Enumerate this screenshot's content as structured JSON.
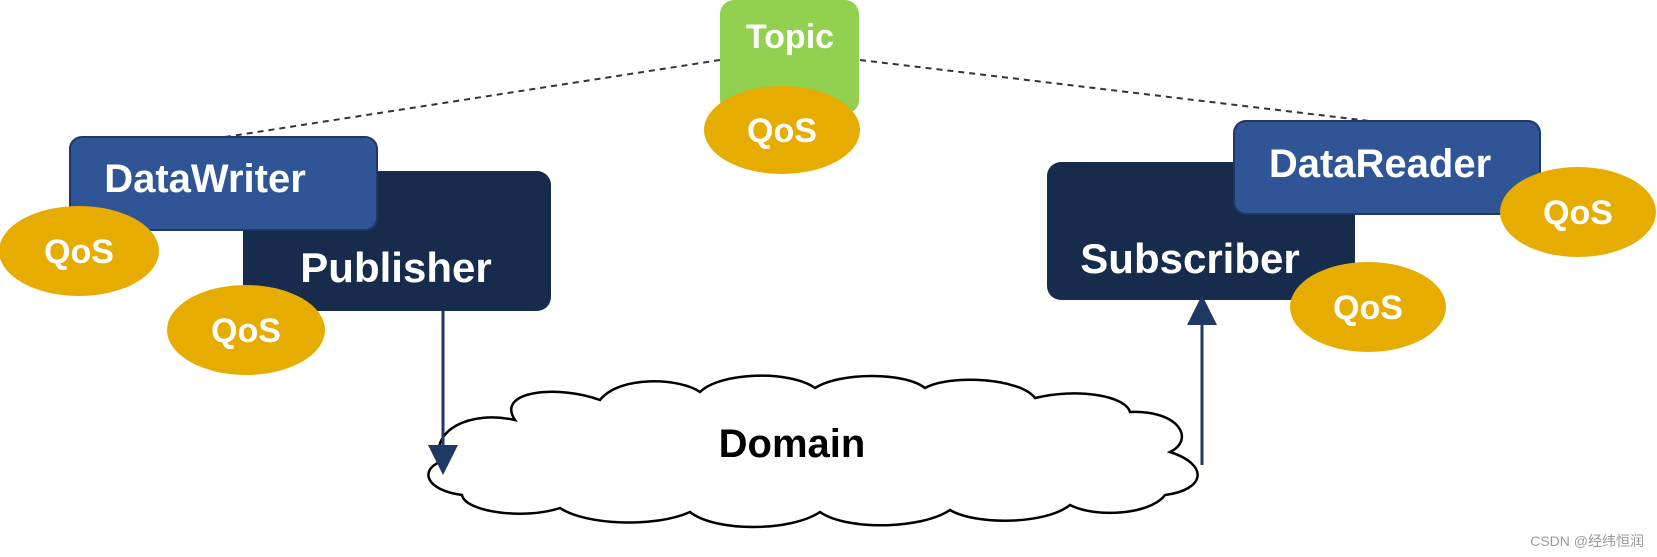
{
  "topic": {
    "label": "Topic",
    "qos": "QoS"
  },
  "writer": {
    "label": "DataWriter",
    "qos": "QoS"
  },
  "publisher": {
    "label": "Publisher",
    "qos": "QoS"
  },
  "reader": {
    "label": "DataReader",
    "qos": "QoS"
  },
  "subscriber": {
    "label": "Subscriber",
    "qos": "QoS"
  },
  "domain": {
    "label": "Domain"
  },
  "watermark": "CSDN @经纬恒润",
  "colors": {
    "topic_green": "#92d050",
    "qos_gold": "#e6ad00",
    "entity_blue": "#2f5597",
    "entity_navy": "#172b4d",
    "arrow": "#1f3864"
  }
}
